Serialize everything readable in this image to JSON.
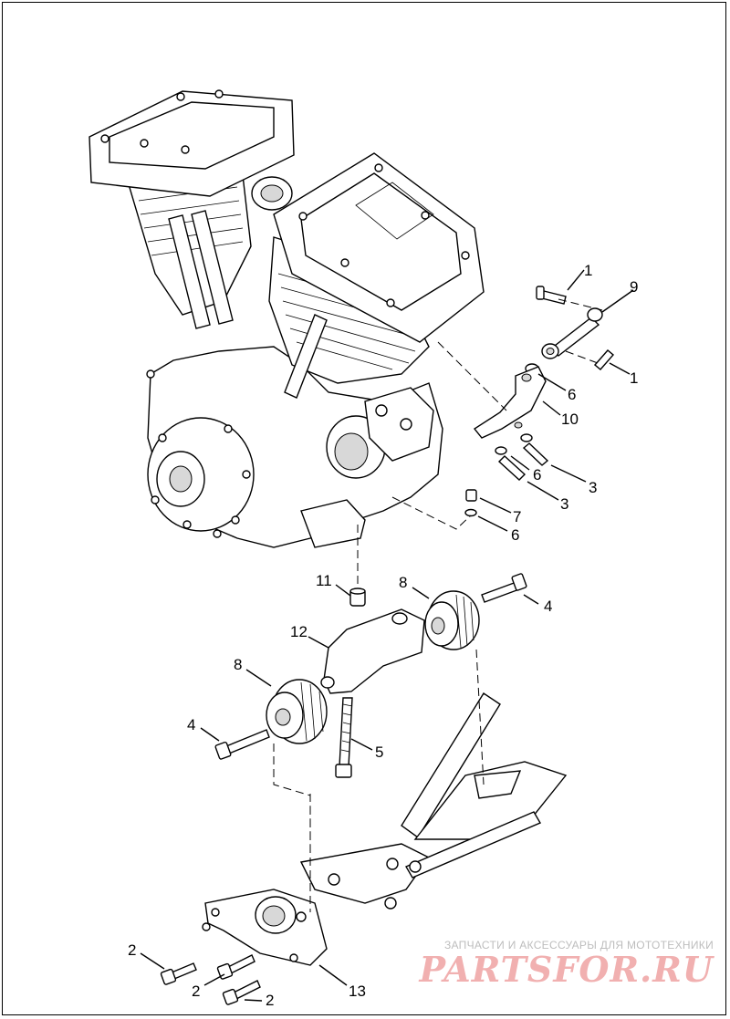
{
  "diagram": {
    "callouts": {
      "c1a": "1",
      "c9": "9",
      "c1b": "1",
      "c6a": "6",
      "c10": "10",
      "c6b": "6",
      "c3a": "3",
      "c3b": "3",
      "c7": "7",
      "c6c": "6",
      "c11": "11",
      "c8a": "8",
      "c4a": "4",
      "c12": "12",
      "c8b": "8",
      "c4b": "4",
      "c5": "5",
      "c2a": "2",
      "c2b": "2",
      "c2c": "2",
      "c13": "13"
    }
  },
  "watermark": {
    "tagline": "ЗАПЧАСТИ И АКСЕССУАРЫ ДЛЯ МОТОТЕХНИКИ",
    "brand": "PARTSFOR.RU"
  },
  "colors": {
    "line": "#000000",
    "background": "#ffffff",
    "watermark_brand": "#f1b0b0",
    "watermark_text": "#bdbdbd"
  }
}
